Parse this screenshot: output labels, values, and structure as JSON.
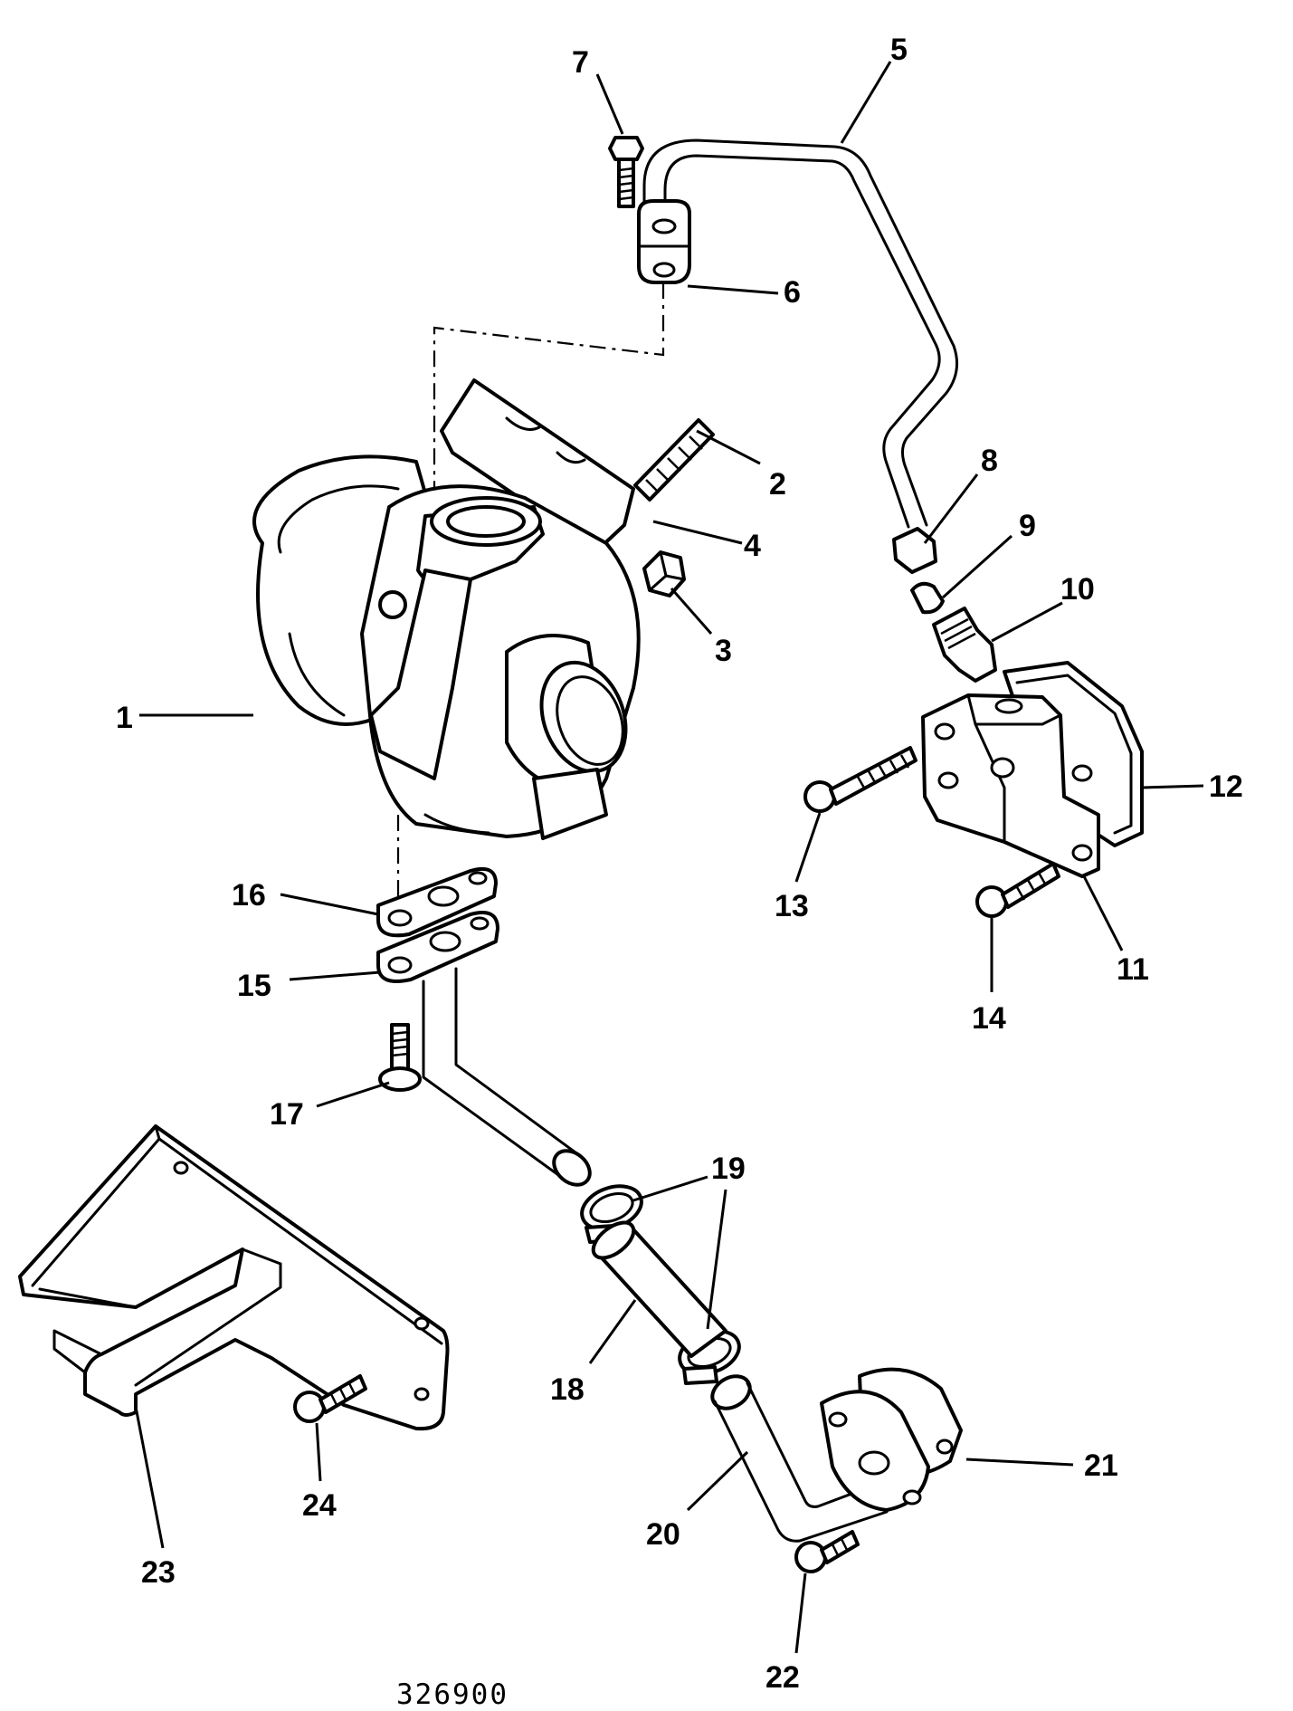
{
  "callouts": [
    "1",
    "2",
    "3",
    "4",
    "5",
    "6",
    "7",
    "8",
    "9",
    "10",
    "11",
    "12",
    "13",
    "14",
    "15",
    "16",
    "17",
    "18",
    "19",
    "20",
    "21",
    "22",
    "23",
    "24"
  ],
  "reference_number": "326900"
}
